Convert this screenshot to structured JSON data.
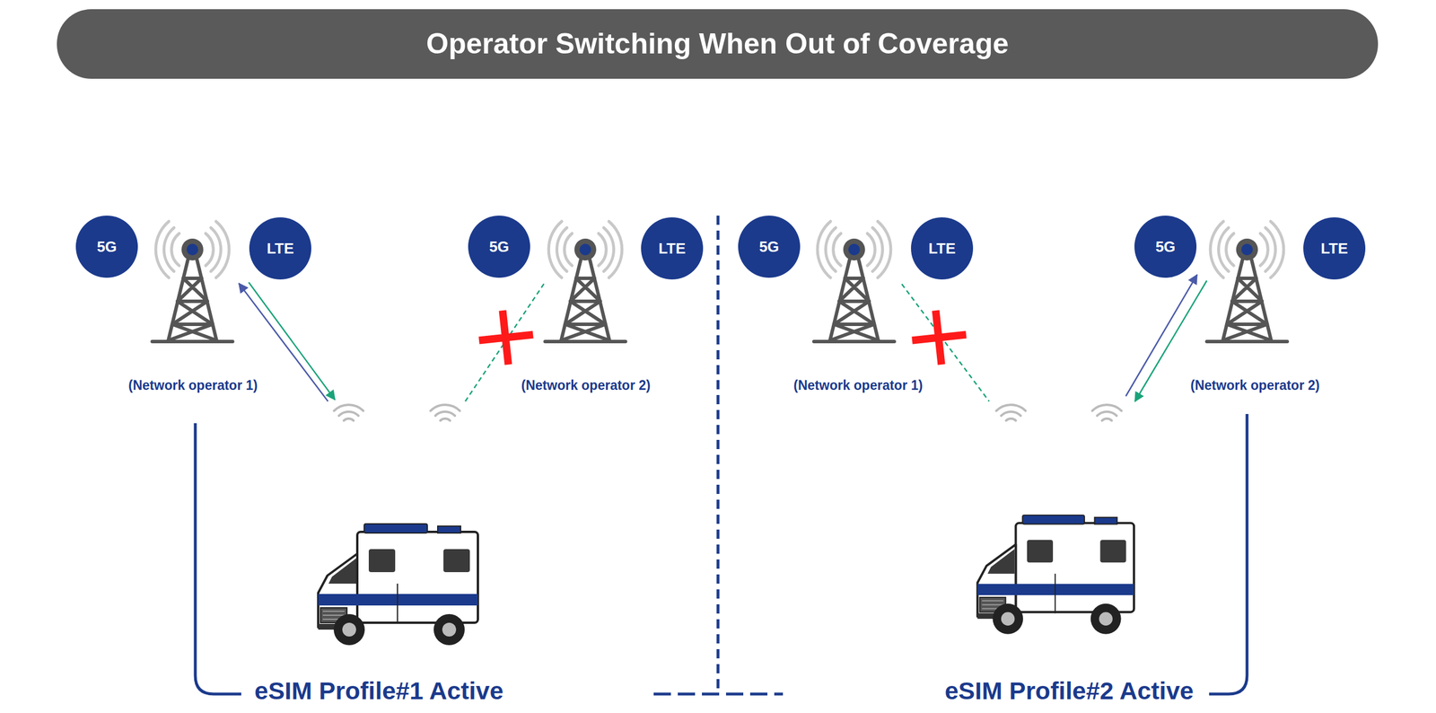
{
  "diagram": {
    "title": "Operator Switching When Out of Coverage",
    "nodes": [
      {
        "text": [
          "5G"
        ]
      },
      {
        "text": [
          "LTE"
        ]
      },
      {
        "text": [
          "5G"
        ]
      },
      {
        "text": [
          "LTE"
        ]
      },
      {
        "text": [
          "5G"
        ]
      },
      {
        "text": [
          "LTE"
        ]
      },
      {
        "text": [
          "5G"
        ]
      },
      {
        "text": [
          "LTE"
        ]
      }
    ],
    "labels": [
      "(Network operator 1)",
      "(Network operator 2)",
      "(Network operator 1)",
      "(Network operator 2)",
      "eSIM Profile#1 Active",
      "eSIM Profile#2 Active"
    ]
  }
}
